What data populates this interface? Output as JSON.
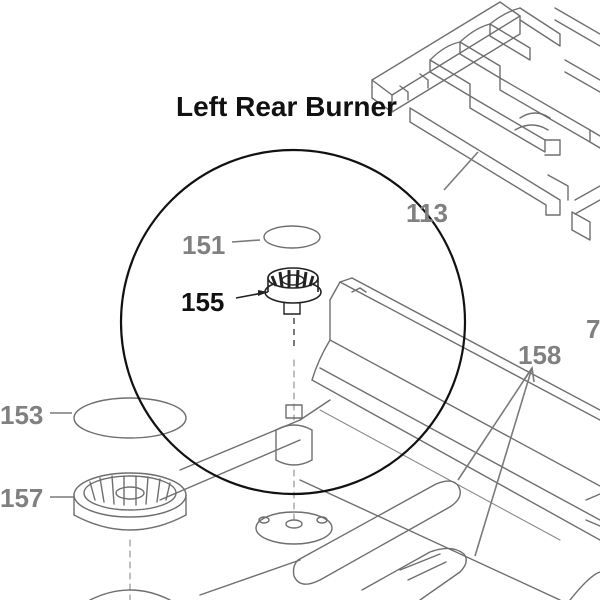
{
  "title": "Left Rear Burner",
  "parts": {
    "grate": "113",
    "burner_cap_rear": "151",
    "burner_base_rear": "155",
    "burner_cap_front": "153",
    "burner_base_front": "157",
    "trim_strip": "158",
    "cut_label": "7"
  },
  "colors": {
    "line": "#6e6e6e",
    "label_gray": "#808080",
    "label_dark": "#111111",
    "circle": "#111111"
  }
}
